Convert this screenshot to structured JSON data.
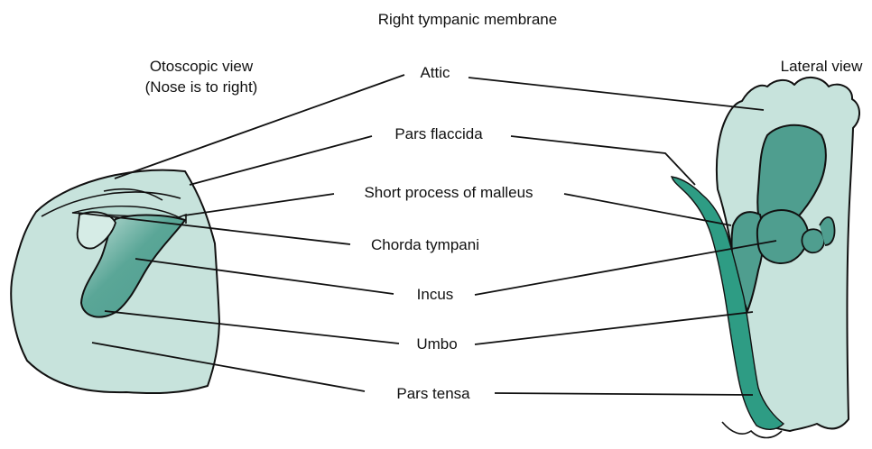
{
  "title": "Right tympanic membrane",
  "views": {
    "otoscopic": {
      "line1": "Otoscopic view",
      "line2": "(Nose is to right)"
    },
    "lateral": "Lateral view"
  },
  "labels": [
    {
      "id": "attic",
      "text": "Attic"
    },
    {
      "id": "pars-flaccida",
      "text": "Pars flaccida"
    },
    {
      "id": "short-process-of-malleus",
      "text": "Short process of malleus"
    },
    {
      "id": "chorda-tympani",
      "text": "Chorda tympani"
    },
    {
      "id": "incus",
      "text": "Incus"
    },
    {
      "id": "umbo",
      "text": "Umbo"
    },
    {
      "id": "pars-tensa",
      "text": "Pars tensa"
    }
  ],
  "colors": {
    "membrane_fill": "#c7e3dc",
    "ossicle_fill": "#4f9e8f",
    "membrane_edge": "#2e9c84",
    "outline": "#111111"
  }
}
